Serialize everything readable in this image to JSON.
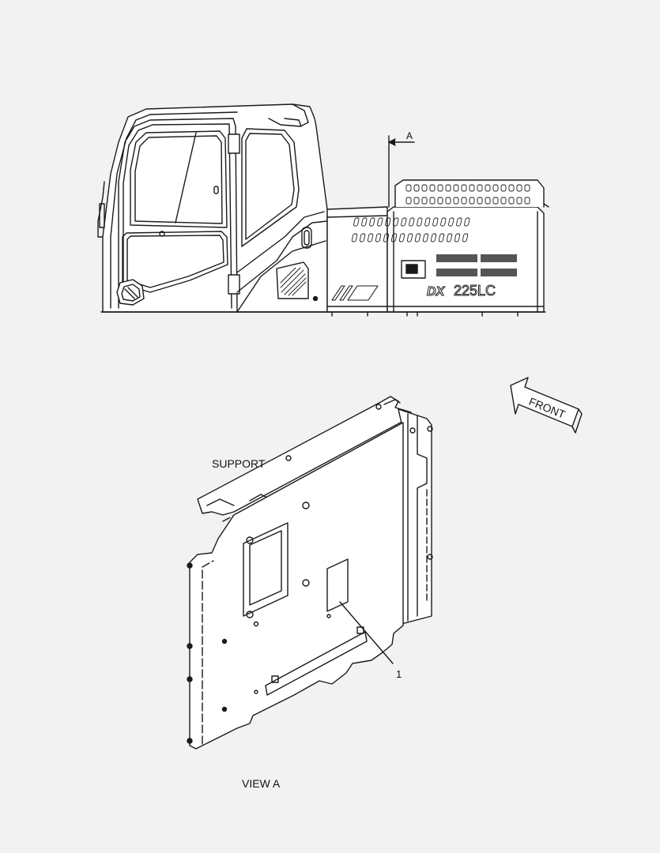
{
  "labels": {
    "support": "SUPPORT",
    "view": "VIEW  A",
    "callout": "1",
    "section_marker": "A",
    "front_arrow": "FRONT"
  },
  "machine": {
    "model_prefix": "DX",
    "model_number": "225LC"
  },
  "colors": {
    "background": "#f2f2f2",
    "line": "#1a1a1a",
    "fill": "#ffffff"
  }
}
